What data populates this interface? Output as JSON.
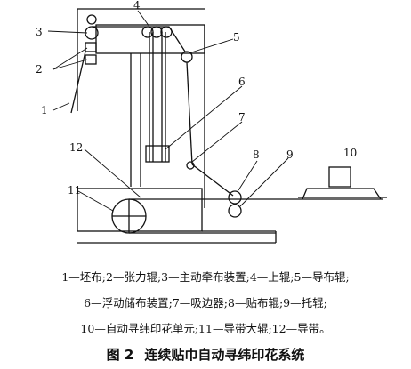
{
  "labels": {
    "n1": "1",
    "n2": "2",
    "n3": "3",
    "n4": "4",
    "n5": "5",
    "n6": "6",
    "n7": "7",
    "n8": "8",
    "n9": "9",
    "n10": "10",
    "n11": "11",
    "n12": "12"
  },
  "legend": {
    "line1": "1—坯布;2—张力辊;3—主动牵布装置;4—上辊;5—导布辊;",
    "line2": "6—浮动储布装置;7—吸边器;8—贴布辊;9—托辊;",
    "line3": "10—自动寻纬印花单元;11—导带大辊;12—导带。"
  },
  "caption": {
    "figure": "图 2",
    "title": "连续贴巾自动寻纬印花系统"
  }
}
